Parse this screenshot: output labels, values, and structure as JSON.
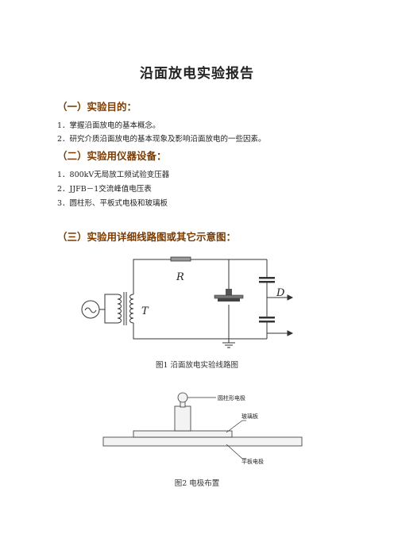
{
  "document": {
    "title": "沿面放电实验报告",
    "sections": [
      {
        "heading": "（一）实验目的：",
        "items": [
          "1．掌握沿面放电的基本概念。",
          "2．研究介质沿面放电的基本现象及影响沿面放电的一些因素。"
        ]
      },
      {
        "heading": "（二）实验用仪器设备：",
        "items": [
          "1．800kV无局放工频试验变压器",
          "2．JJFB－1交流峰值电压表",
          "3．圆柱形、平板式电极和玻璃板"
        ]
      },
      {
        "heading": "（三）实验用详细线路图或其它示意图：",
        "items": []
      }
    ],
    "figure1": {
      "caption": "图1  沿面放电实验线路图",
      "labels": {
        "R": "R",
        "T": "T",
        "D": "D"
      }
    },
    "figure2": {
      "caption": "图2  电极布置",
      "labels": {
        "cylinder": "圆柱形电极",
        "glass": "玻璃板",
        "plate": "平板电极"
      }
    }
  }
}
